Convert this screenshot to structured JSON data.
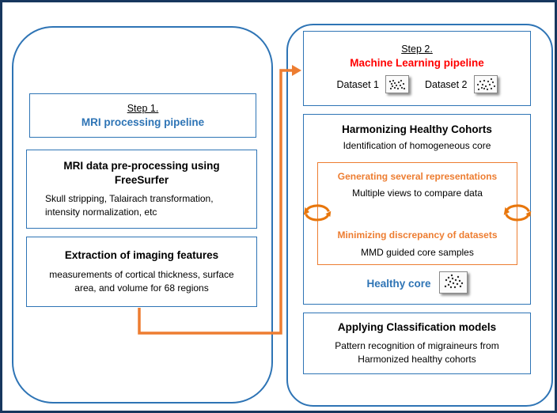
{
  "colors": {
    "outer_border_navy": "#17375E",
    "panel_blue": "#2E74B5",
    "accent_orange": "#ED7D31",
    "accent_red": "#FF0000"
  },
  "step1": {
    "header": {
      "title": "Step 1.",
      "subtitle": "MRI processing pipeline"
    },
    "preprocessing": {
      "title": "MRI data pre-processing using FreeSurfer",
      "body": "Skull stripping, Talairach transformation, intensity normalization, etc"
    },
    "extraction": {
      "title": "Extraction of imaging features",
      "body": "measurements of cortical thickness, surface area, and volume for 68 regions"
    }
  },
  "step2": {
    "header": {
      "title": "Step 2.",
      "subtitle": "Machine Learning pipeline",
      "dataset1_label": "Dataset 1",
      "dataset2_label": "Dataset 2",
      "dataset1_icon": "scatter-plot-icon",
      "dataset2_icon": "scatter-plot-icon"
    },
    "harmonizing": {
      "title": "Harmonizing Healthy Cohorts",
      "subtitle": "Identification of homogeneous core",
      "representations": {
        "line1": "Generating several representations",
        "line2": "Multiple views to compare data",
        "line3": "Minimizing discrepancy of datasets",
        "line4": "MMD guided core samples"
      },
      "cycle_icon": "cycle-arrows-icon",
      "healthy_core_label": "Healthy core",
      "healthy_core_icon": "scatter-plot-icon"
    },
    "classification": {
      "title": "Applying Classification models",
      "body": "Pattern recognition of migraineurs from Harmonized  healthy cohorts"
    }
  }
}
